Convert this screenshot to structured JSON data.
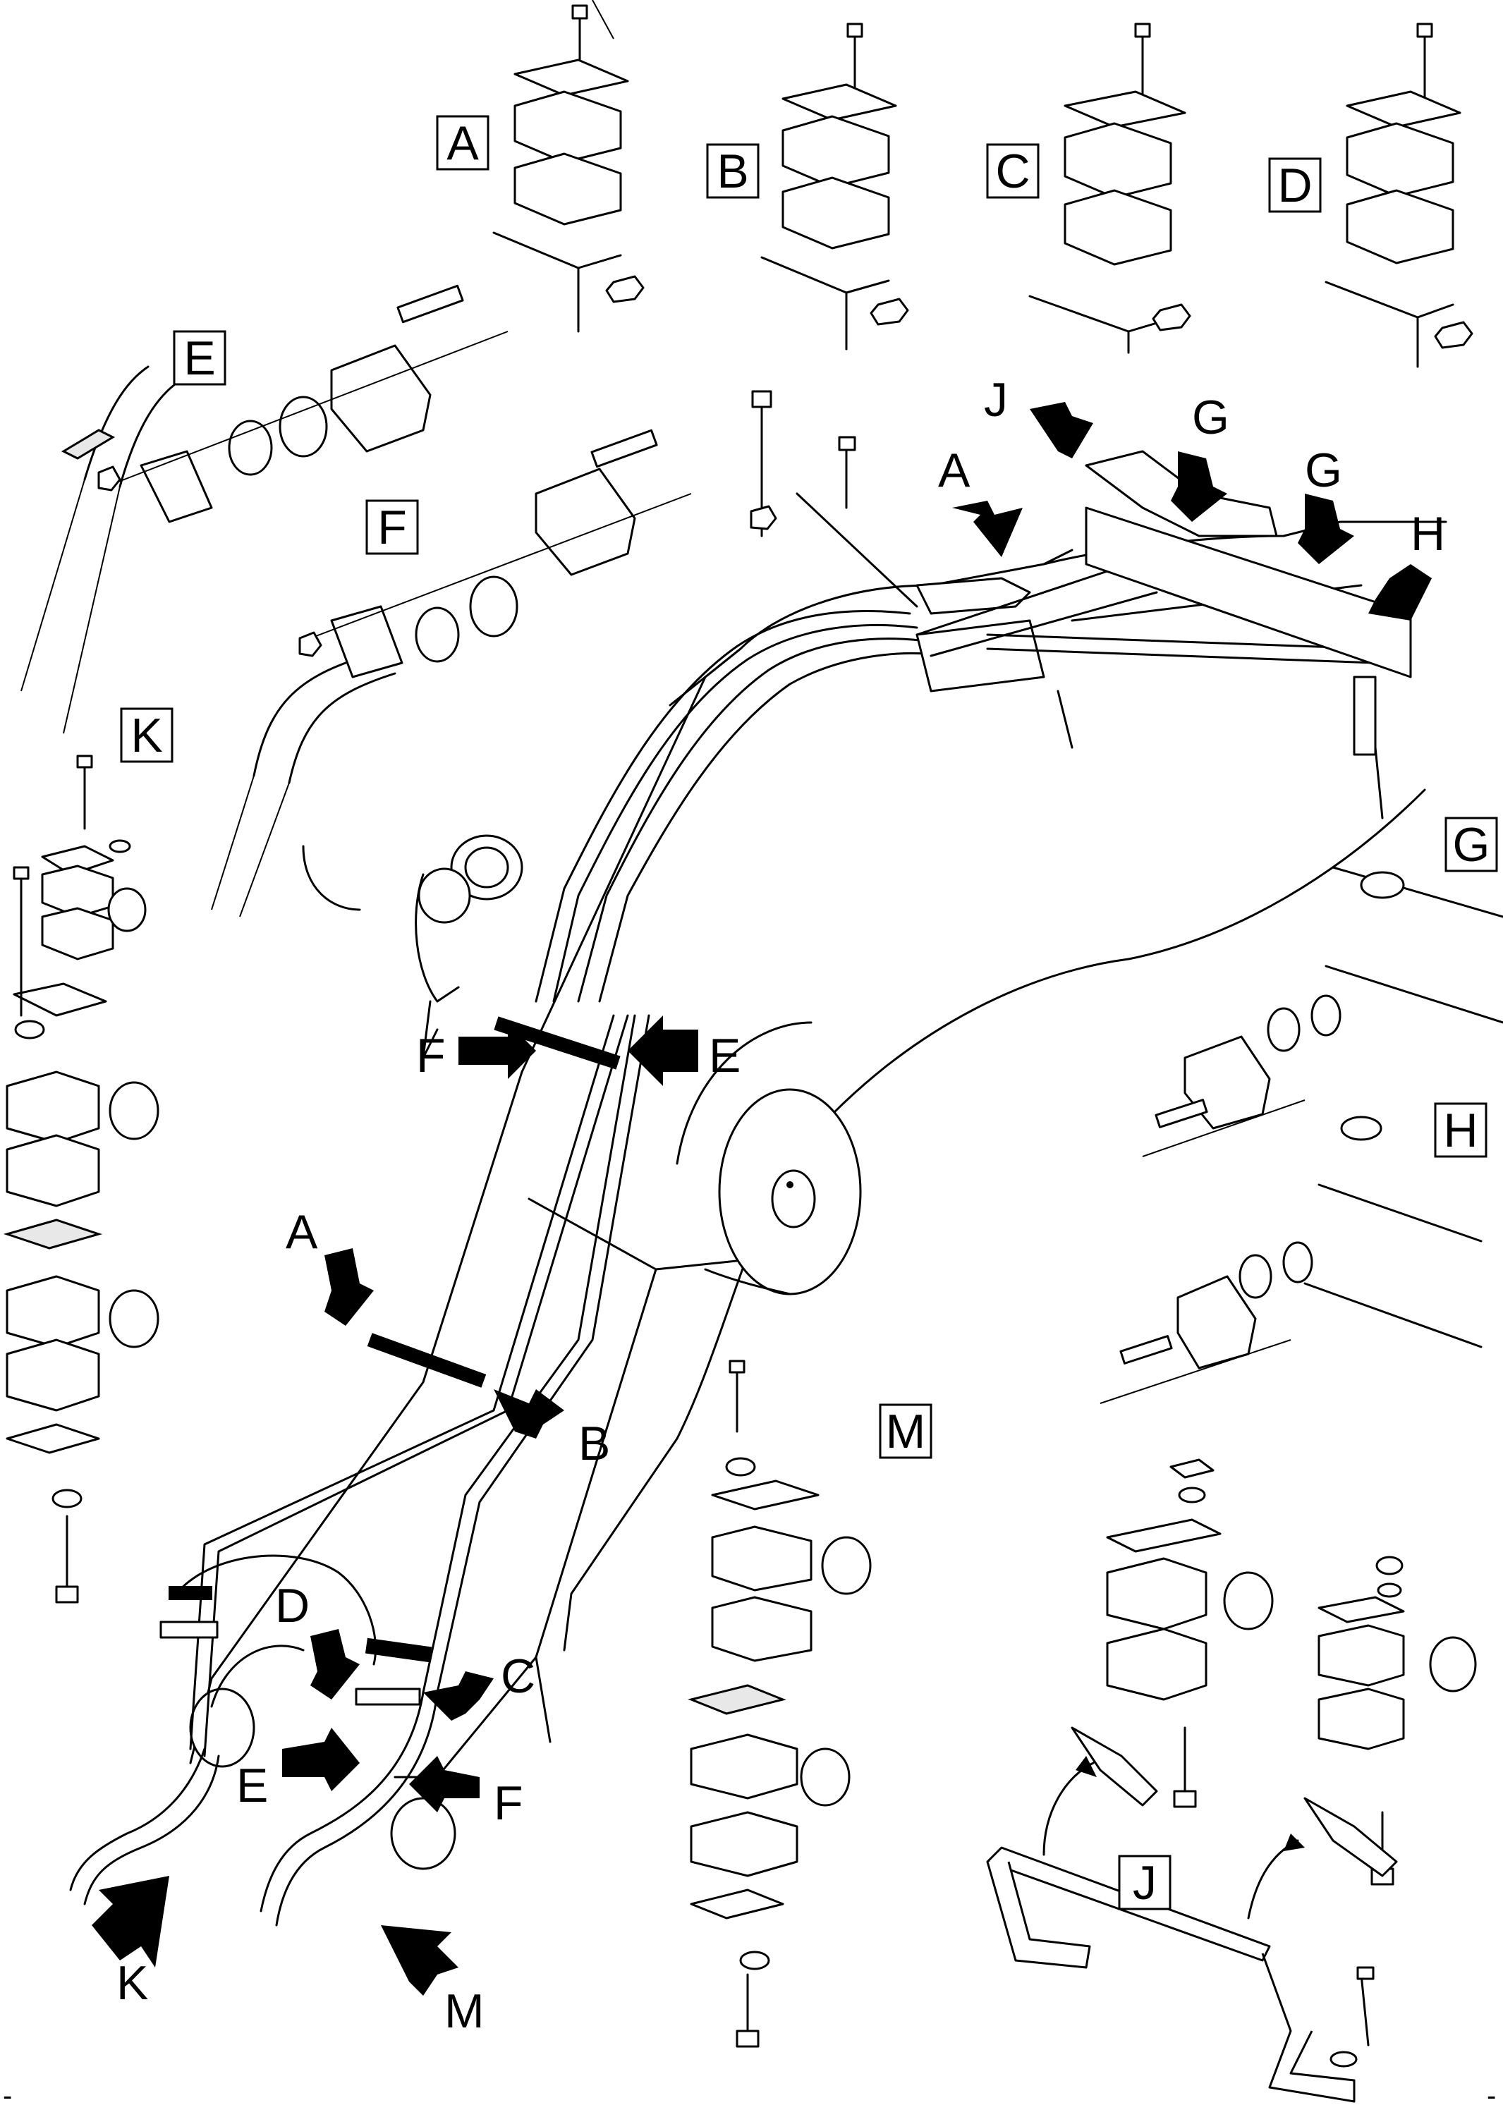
{
  "detail_boxes": {
    "A": "A",
    "B": "B",
    "C": "C",
    "D": "D",
    "E": "E",
    "F": "F",
    "G": "G",
    "H": "H",
    "K": "K",
    "M": "M",
    "J": "J"
  },
  "callouts": {
    "top_A": "A",
    "top_J": "J",
    "top_G1": "G",
    "top_G2": "G",
    "top_H": "H",
    "mid_F": "F",
    "mid_E": "E",
    "low_A": "A",
    "low_B": "B",
    "bot_D": "D",
    "bot_C": "C",
    "bot_E": "E",
    "bot_F": "F",
    "bot_K": "K",
    "bot_M": "M"
  },
  "page_marks": {
    "left": "-",
    "right": "-"
  }
}
